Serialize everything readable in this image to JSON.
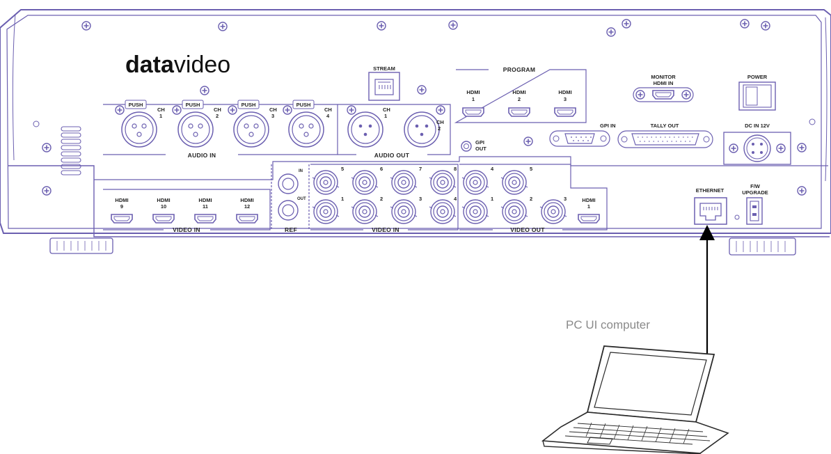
{
  "brand": {
    "logo_text_bold": "data",
    "logo_text_light": "video"
  },
  "colors": {
    "outline": "#6b5fb0",
    "ink": "#222222",
    "caption": "#8a8a8a",
    "arrow": "#000000"
  },
  "top_panel": {
    "stream_label": "STREAM",
    "program": {
      "label": "PROGRAM",
      "ports": [
        {
          "line1": "HDMI",
          "line2": "1"
        },
        {
          "line1": "HDMI",
          "line2": "2"
        },
        {
          "line1": "HDMI",
          "line2": "3"
        }
      ]
    },
    "monitor_label_1": "MONITOR",
    "monitor_label_2": "HDMI IN",
    "power_label": "POWER",
    "push_labels": [
      "PUSH",
      "PUSH",
      "PUSH",
      "PUSH"
    ],
    "audio_in": {
      "label": "AUDIO IN",
      "channels": [
        {
          "ch": "CH",
          "num": "1"
        },
        {
          "ch": "CH",
          "num": "2"
        },
        {
          "ch": "CH",
          "num": "3"
        },
        {
          "ch": "CH",
          "num": "4"
        }
      ]
    },
    "audio_out": {
      "label": "AUDIO OUT",
      "channels": [
        {
          "ch": "CH",
          "num": "1"
        },
        {
          "ch": "CH",
          "num": "2"
        }
      ]
    },
    "gpi_out_1": "GPI",
    "gpi_out_2": "OUT",
    "gpi_in_label": "GPI IN",
    "tally_out_label": "TALLY OUT",
    "dc_in_label": "DC IN 12V"
  },
  "bottom_panel": {
    "hdmi_video_in": {
      "label": "VIDEO IN",
      "ports": [
        {
          "line1": "HDMI",
          "line2": "9"
        },
        {
          "line1": "HDMI",
          "line2": "10"
        },
        {
          "line1": "HDMI",
          "line2": "11"
        },
        {
          "line1": "HDMI",
          "line2": "12"
        }
      ]
    },
    "ref": {
      "label": "REF",
      "in": "IN",
      "out": "OUT"
    },
    "sdi_video_in": {
      "label": "VIDEO IN",
      "top": [
        "5",
        "6",
        "7",
        "8"
      ],
      "bottom": [
        "1",
        "2",
        "3",
        "4"
      ]
    },
    "video_out": {
      "label": "VIDEO OUT",
      "top": [
        "4",
        "5"
      ],
      "bottom": [
        "1",
        "2",
        "3"
      ],
      "hdmi_line1": "HDMI",
      "hdmi_line2": "1"
    },
    "ethernet_label": "ETHERNET",
    "fw_label_1": "F/W",
    "fw_label_2": "UPGRADE"
  },
  "connection": {
    "caption": "PC UI computer"
  }
}
